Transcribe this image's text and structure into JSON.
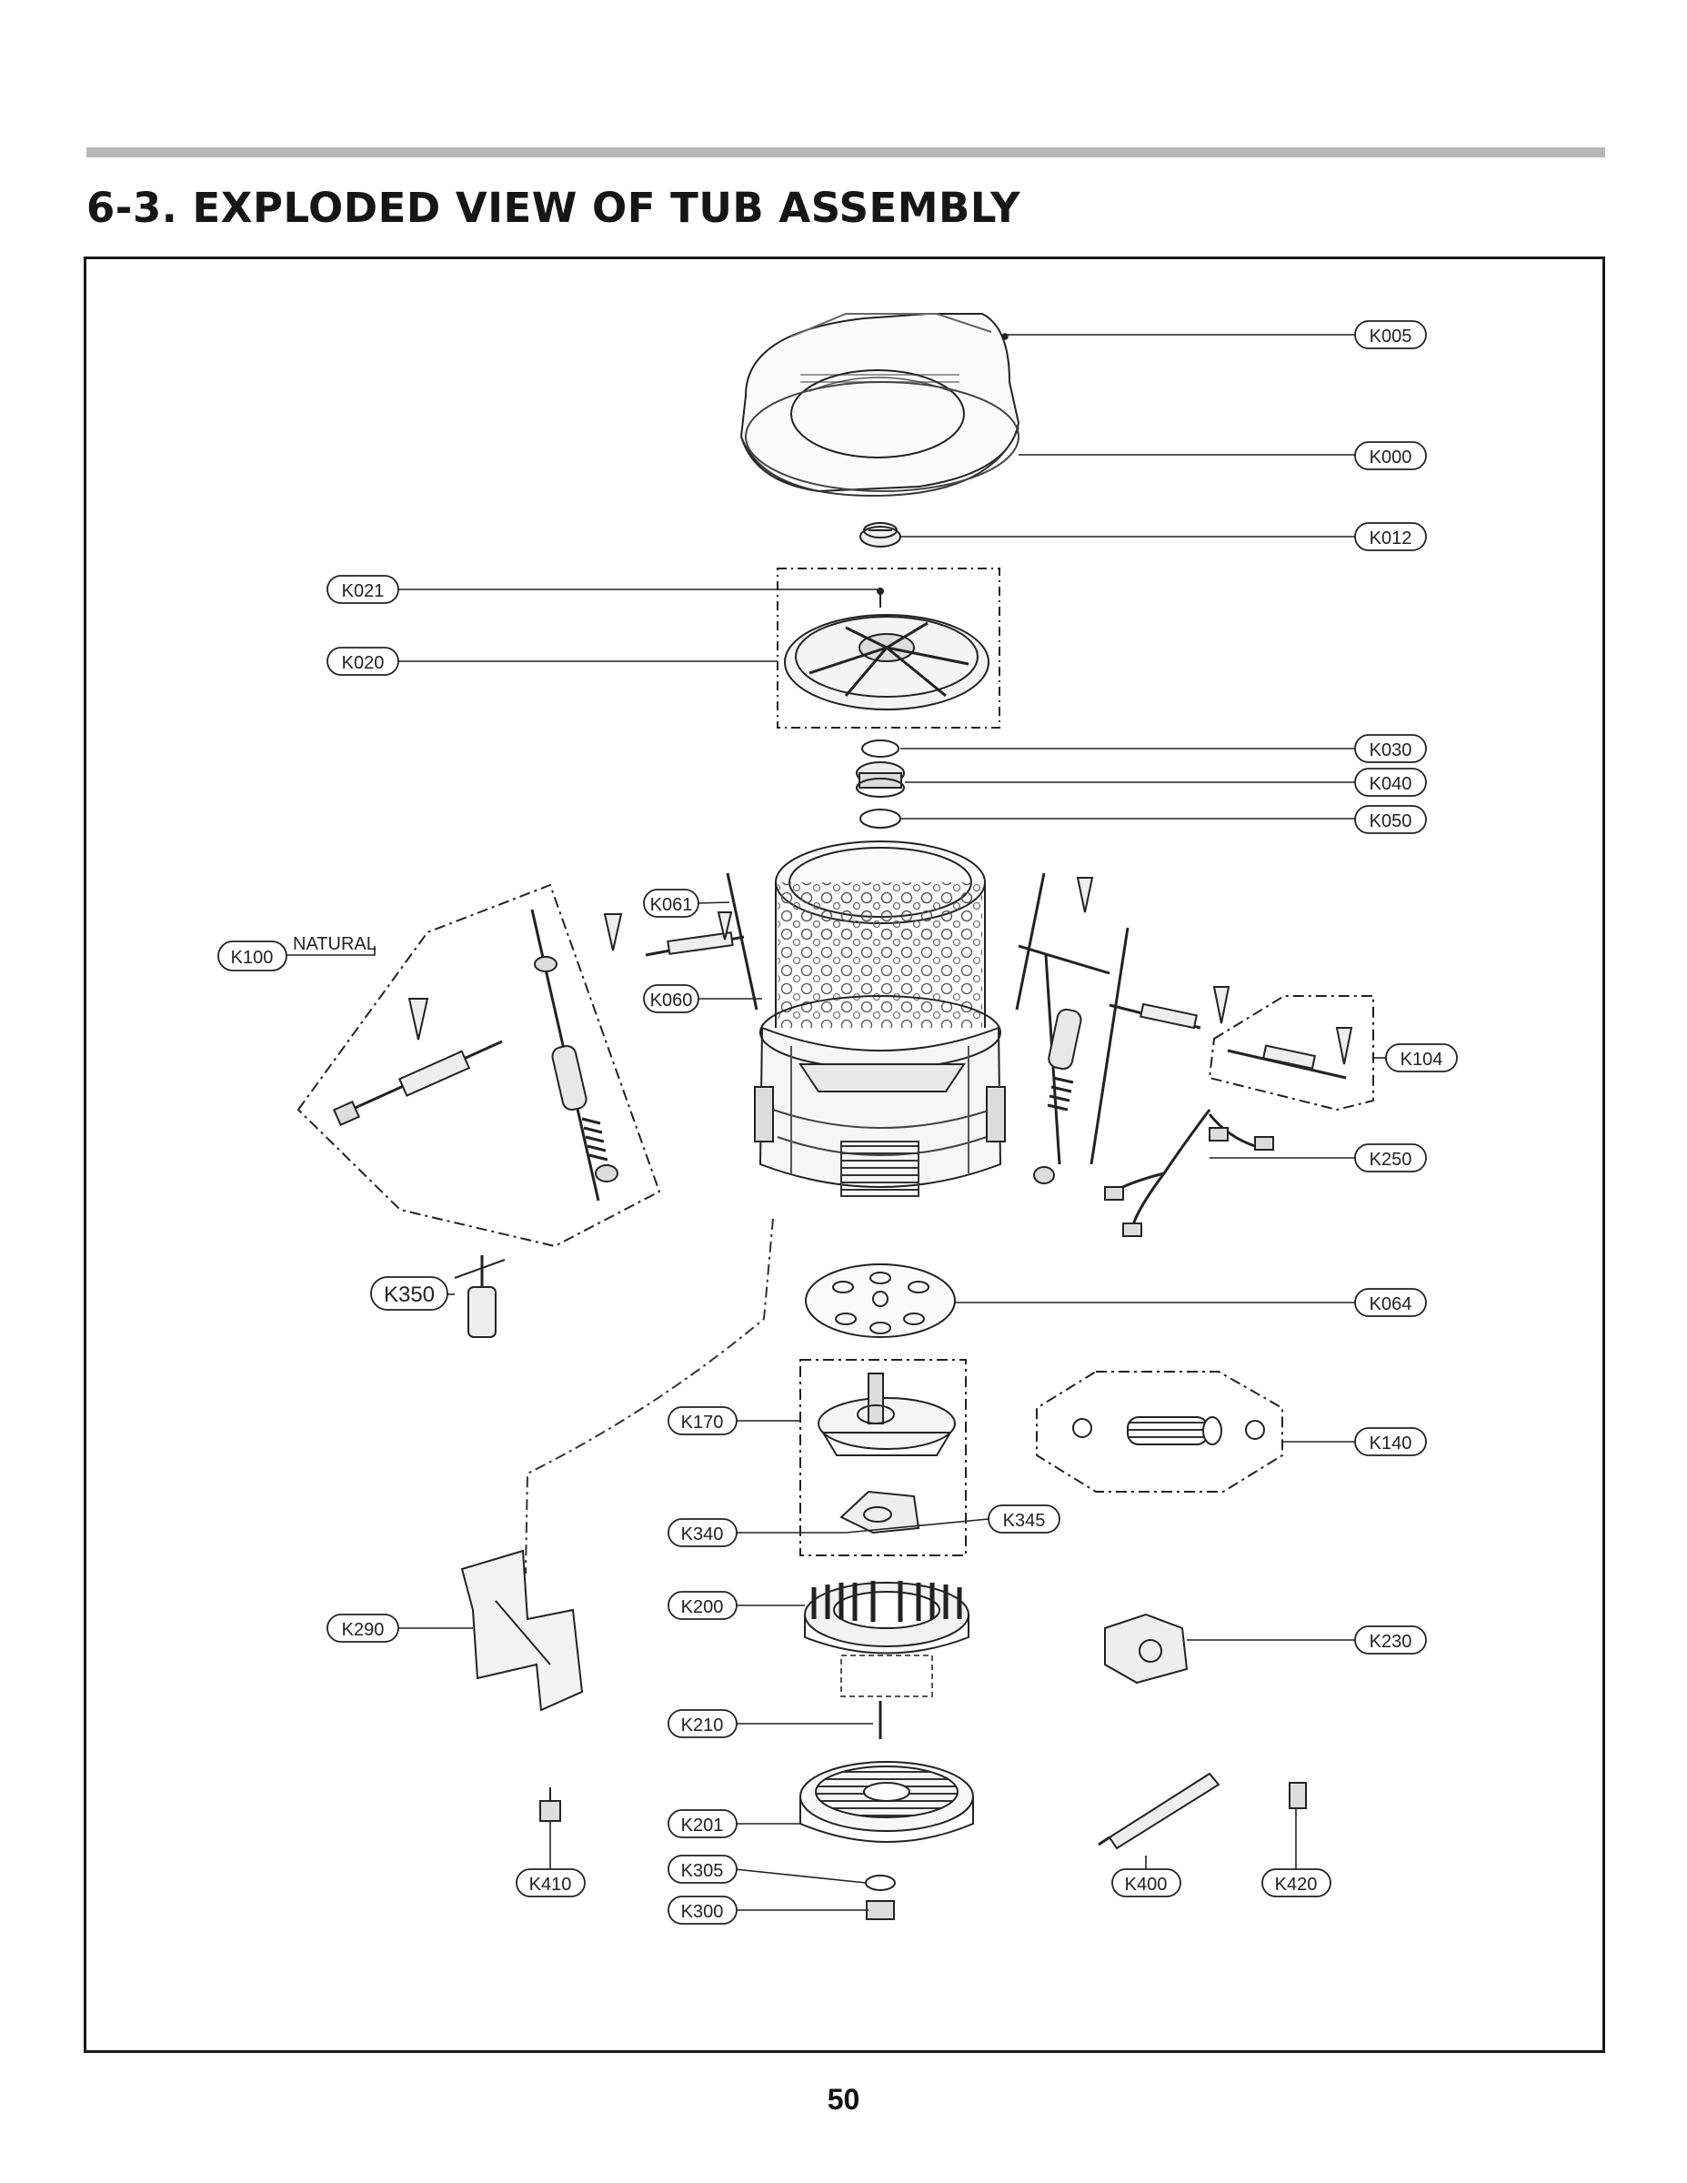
{
  "page": {
    "title": "6-3. EXPLODED VIEW OF TUB ASSEMBLY",
    "page_number": "50"
  },
  "parts": {
    "k005": "K005",
    "k000": "K000",
    "k012": "K012",
    "k021": "K021",
    "k020": "K020",
    "k030": "K030",
    "k040": "K040",
    "k050": "K050",
    "k061": "K061",
    "k100": "K100",
    "k100_note": "NATURAL",
    "k060": "K060",
    "k104": "K104",
    "k250": "K250",
    "k350": "K350",
    "k064": "K064",
    "k170": "K170",
    "k140": "K140",
    "k340": "K340",
    "k345": "K345",
    "k200": "K200",
    "k290": "K290",
    "k230": "K230",
    "k210": "K210",
    "k201": "K201",
    "k410": "K410",
    "k305": "K305",
    "k400": "K400",
    "k420": "K420",
    "k300": "K300"
  }
}
